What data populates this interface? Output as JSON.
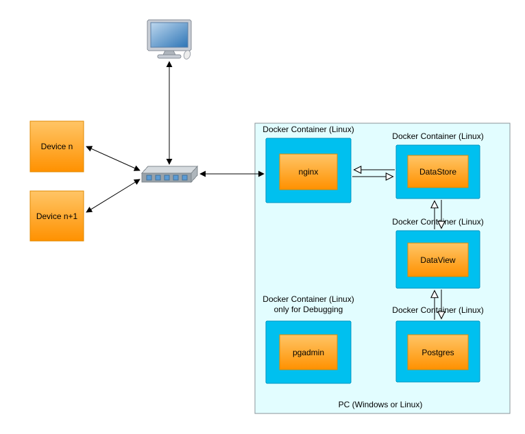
{
  "diagram": {
    "devices": [
      {
        "label": "Device n"
      },
      {
        "label": "Device n+1"
      }
    ],
    "host": {
      "label": "PC (Windows or Linux)"
    },
    "containers": {
      "nginx": {
        "title": "Docker Container (Linux)",
        "name": "nginx"
      },
      "datastore": {
        "title": "Docker Container (Linux)",
        "name": "DataStore"
      },
      "dataview": {
        "title": "Docker Container (Linux)",
        "name": "DataView"
      },
      "pgadmin": {
        "title": "Docker Container (Linux)",
        "subtitle": "only for Debugging",
        "name": "pgadmin"
      },
      "postgres": {
        "title": "Docker Container (Linux)",
        "name": "Postgres"
      }
    },
    "colors": {
      "container_fill": "#00C0EF",
      "container_stroke": "#0095C2",
      "host_fill": "#E2FDFF",
      "host_stroke": "#8A9499",
      "node_top": "#FFC566",
      "node_bottom": "#FF9100",
      "node_stroke": "#E08A00",
      "screen_top": "#BDD7EE",
      "screen_bottom": "#2E75B6"
    }
  }
}
